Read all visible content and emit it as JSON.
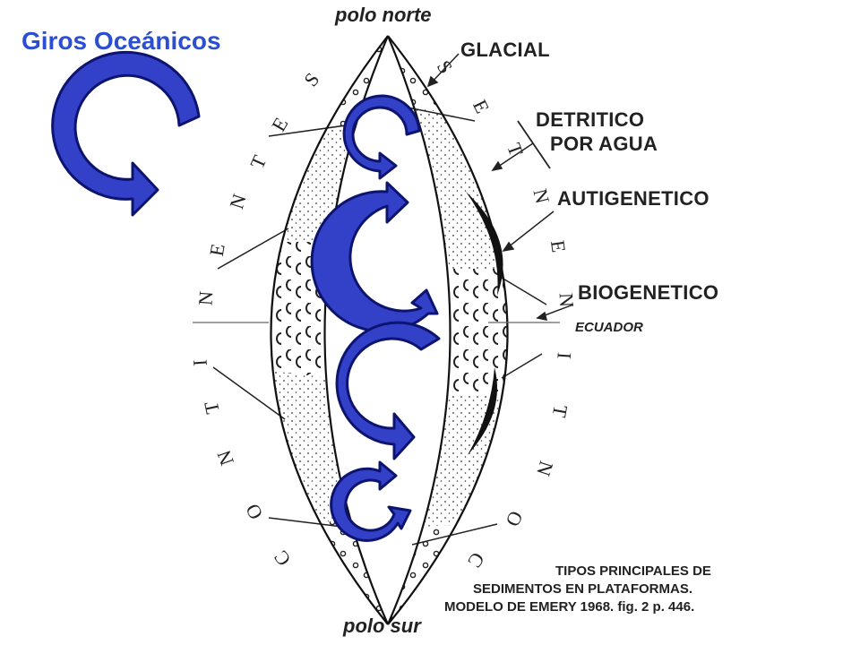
{
  "title": "Giros Oceánicos",
  "poles": {
    "north": "polo norte",
    "south": "polo sur"
  },
  "categories": {
    "glacial": "GLACIAL",
    "detritico_1": "DETRITICO",
    "detritico_2": "POR AGUA",
    "autigenetico": "AUTIGENETICO",
    "biogenetico": "BIOGENETICO"
  },
  "ecuador": "ECUADOR",
  "caption": {
    "line1": "TIPOS PRINCIPALES DE",
    "line2": "SEDIMENTOS EN PLATAFORMAS.",
    "line3": "MODELO DE EMERY 1968. fig. 2  p. 446."
  },
  "continents_letters": [
    "C",
    "O",
    "N",
    "T",
    "I",
    "N",
    "E",
    "N",
    "T",
    "E",
    "S"
  ],
  "colors": {
    "title": "#2b4fd0",
    "arrow_fill": "#3340c8",
    "arrow_stroke": "#0d1470"
  }
}
